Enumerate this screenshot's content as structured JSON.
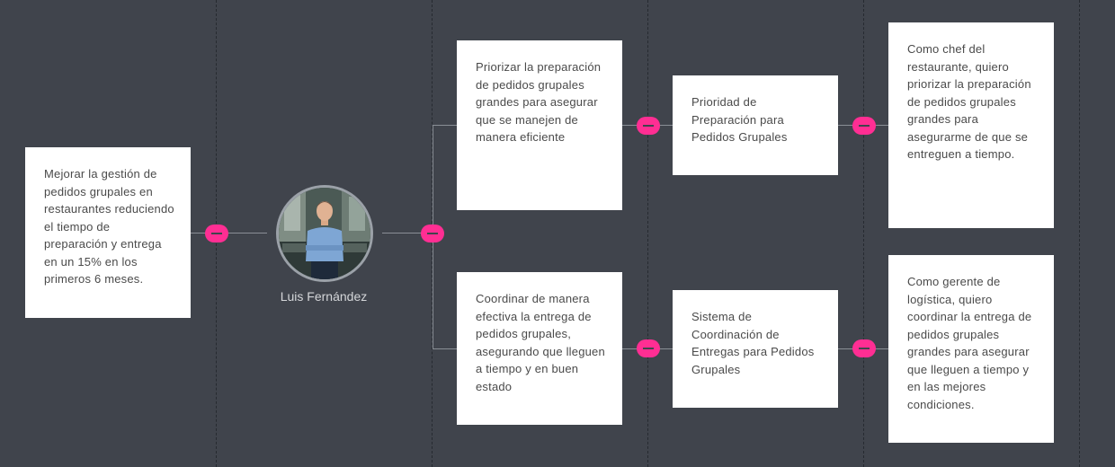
{
  "root": {
    "text": "Mejorar la gestión de pedidos grupales en restaurantes reduciendo el tiempo de preparación y entrega en un 15% en los primeros 6 meses."
  },
  "persona": {
    "name": "Luis Fernández",
    "avatar_icon": "person-photo-icon"
  },
  "goals": [
    {
      "text": "Priorizar la preparación de pedidos grupales grandes para asegurar que se manejen de manera eficiente"
    },
    {
      "text": "Coordinar de manera efectiva la entrega de pedidos grupales, asegurando que lleguen a tiempo y en buen estado"
    }
  ],
  "features": [
    {
      "text": "Prioridad de Preparación para Pedidos Grupales"
    },
    {
      "text": "Sistema de Coordinación de Entregas para Pedidos Grupales"
    }
  ],
  "stories": [
    {
      "text": "Como chef del restaurante, quiero priorizar la preparación de pedidos grupales grandes para asegurarme de que se entreguen a tiempo."
    },
    {
      "text": "Como gerente de logística, quiero coordinar la entrega de pedidos grupales grandes para asegurar que lleguen a tiempo y en las mejores condiciones."
    }
  ],
  "colors": {
    "background": "#40444c",
    "toggle": "#ff2e93",
    "card": "#ffffff",
    "connector": "#8a8f96"
  },
  "toggle_icon": "collapse-minus-icon"
}
